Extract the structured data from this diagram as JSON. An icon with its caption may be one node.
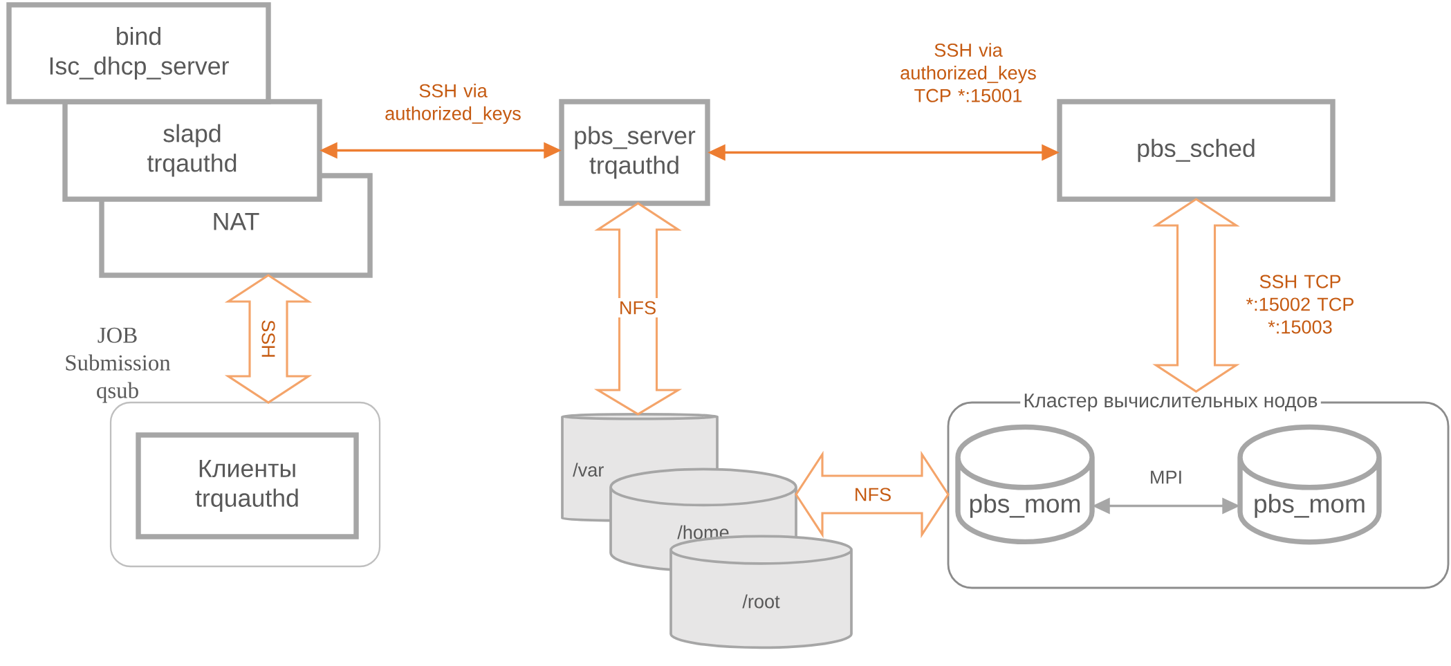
{
  "diagram": {
    "nodes": [
      {
        "text": [
          "bind Isc_dhcp_server"
        ]
      },
      {
        "text": [
          "slapd trqauthd"
        ]
      },
      {
        "text": [
          "NAT"
        ]
      },
      {
        "text": [
          "pbs_server trqauthd"
        ]
      },
      {
        "text": [
          "pbs_sched"
        ]
      },
      {
        "text": [],
        "shape": "box"
      },
      {
        "text": [
          "Клиенты trquauthd"
        ],
        "in": 5
      },
      {
        "text": [
          "/var"
        ]
      },
      {
        "text": [
          "/home"
        ]
      },
      {
        "text": [
          "/root"
        ]
      },
      {
        "text": [
          "Кластер вычислительных нодов"
        ]
      },
      {
        "text": [
          "pbs_mom"
        ],
        "in": 10
      },
      {
        "text": [
          "pbs_mom"
        ],
        "in": 10
      }
    ],
    "edges": [
      {
        "from": 1,
        "to": 3,
        "arrow": "both",
        "label": "SSH via authorized_keys"
      },
      {
        "from": 3,
        "to": 4,
        "arrow": "both",
        "label": "SSH via authorized_keys TCP *:15001"
      },
      {
        "from": 2,
        "to": 5,
        "arrow": "both",
        "label": "SSH",
        "style": "thick"
      },
      {
        "from": 3,
        "to": 7,
        "arrow": "both",
        "label": "NFS",
        "style": "thick"
      },
      {
        "from": 4,
        "to": 10,
        "arrow": "both",
        "label": "SSH TCP *:15002 TCP *:15003",
        "style": "thick"
      },
      {
        "from": 8,
        "to": 10,
        "arrow": "both",
        "label": "NFS",
        "style": "thick"
      },
      {
        "from": 11,
        "to": 12,
        "arrow": "both",
        "label": "MPI",
        "color": "#a6a6a6"
      }
    ],
    "labels": [
      "JOB Submission qsub"
    ]
  }
}
